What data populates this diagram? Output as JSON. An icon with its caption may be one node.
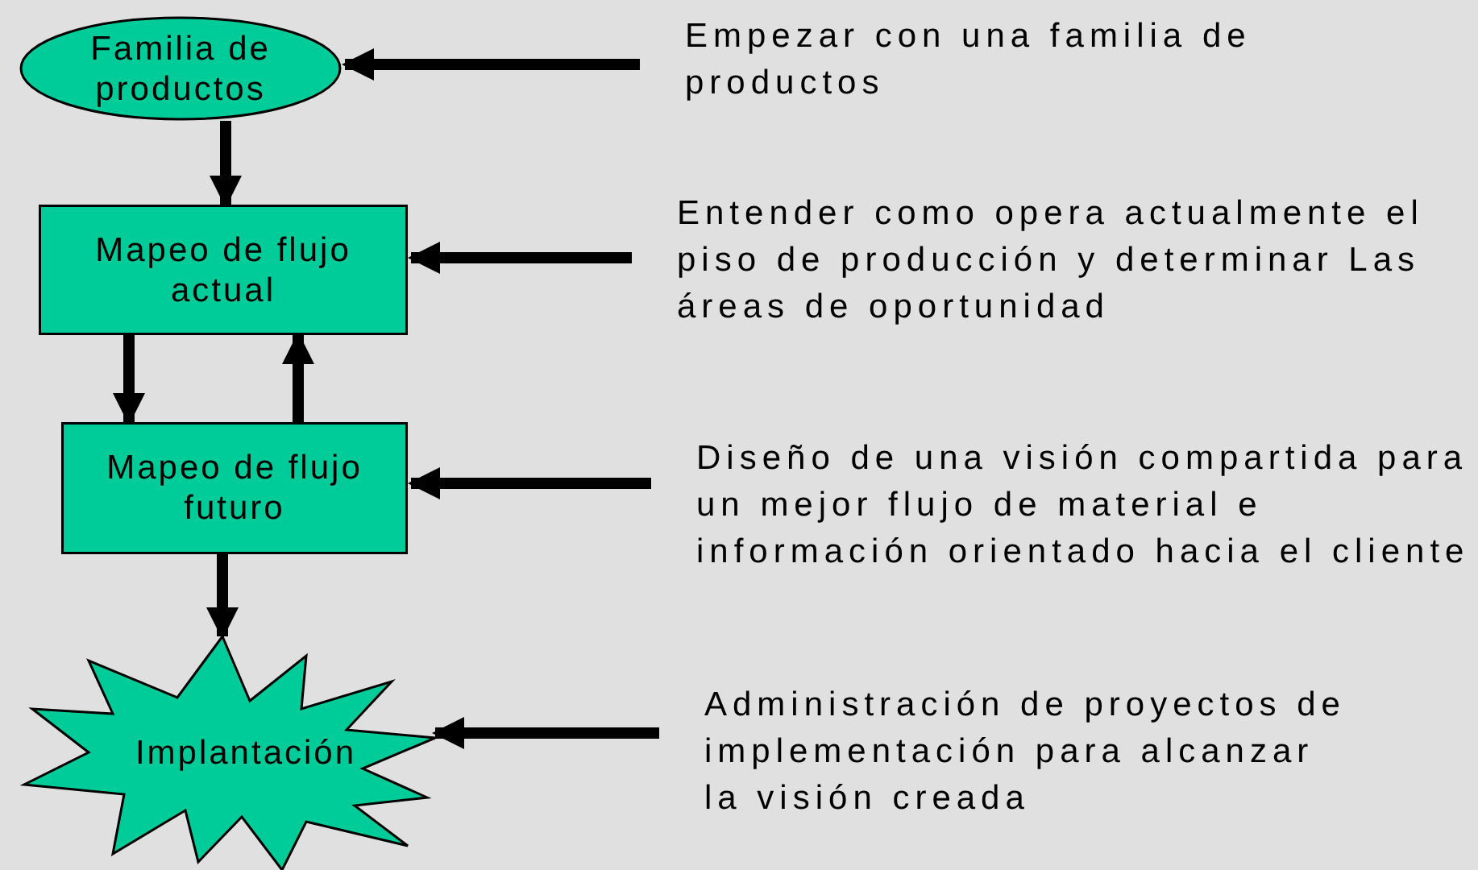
{
  "diagram": {
    "nodes": [
      {
        "text": [
          "Familia de productos"
        ]
      },
      {
        "text": [
          "Empezar con una familia de productos"
        ]
      },
      {
        "text": [
          "Mapeo de flujo actual"
        ]
      },
      {
        "text": [
          "Entender como opera actualmente el piso de producción y determinar Las áreas de oportunidad"
        ]
      },
      {
        "text": [
          "Mapeo de flujo futuro"
        ]
      },
      {
        "text": [
          "Diseño de una visión compartida para un mejor flujo de material e información orientado hacia el cliente"
        ]
      },
      {
        "text": [
          "Implantación"
        ]
      },
      {
        "text": [
          "Administración de proyectos de implementación para alcanzar la visión creada"
        ]
      }
    ],
    "edges": [
      {
        "from": 0,
        "to": 2,
        "arrow": "to"
      },
      {
        "from": 2,
        "to": 4,
        "arrow": "to"
      },
      {
        "from": 4,
        "to": 2,
        "arrow": "to"
      },
      {
        "from": 4,
        "to": 6,
        "arrow": "to"
      },
      {
        "from": 1,
        "to": 0,
        "arrow": "to"
      },
      {
        "from": 3,
        "to": 2,
        "arrow": "to"
      },
      {
        "from": 5,
        "to": 4,
        "arrow": "to"
      },
      {
        "from": 7,
        "to": 6,
        "arrow": "to"
      }
    ]
  }
}
